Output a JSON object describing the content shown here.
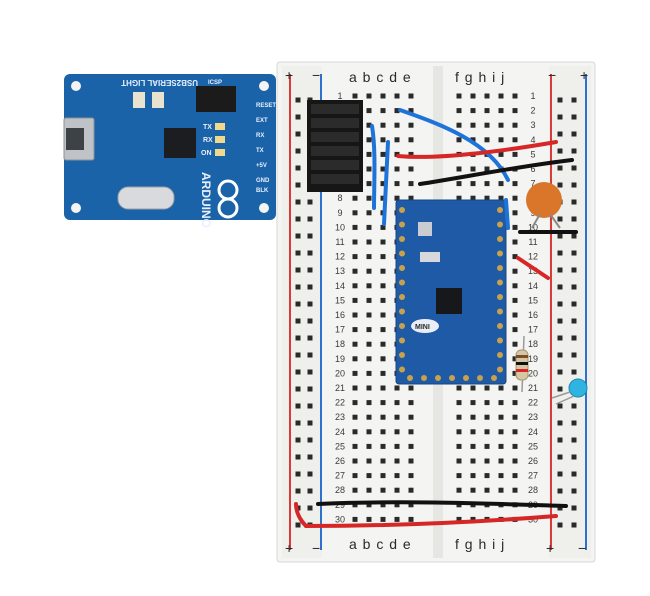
{
  "breadboard": {
    "columns_left": "a b c d e",
    "columns_right": "f g h i j",
    "rail_plus": "+",
    "rail_minus": "−",
    "row_numbers": [
      "1",
      "2",
      "3",
      "4",
      "5",
      "6",
      "7",
      "8",
      "9",
      "10",
      "11",
      "12",
      "13",
      "14",
      "15",
      "16",
      "17",
      "18",
      "19",
      "20",
      "21",
      "22",
      "23",
      "24",
      "25",
      "26",
      "27",
      "28",
      "29",
      "30"
    ],
    "colors": {
      "board": "#f4f4f2",
      "rail_red": "#d93a3a",
      "rail_blue": "#2f6fd0"
    }
  },
  "usb_adapter": {
    "brand": "ARDUINO",
    "model": "USB2SERIAL LIGHT",
    "pin_labels": [
      "RESET",
      "EXT",
      "RX",
      "TX",
      "+5V",
      "GND",
      "BLK"
    ],
    "led_labels": [
      "TX",
      "RX",
      "ON"
    ],
    "header_label": "ICSP",
    "colors": {
      "pcb": "#1a63a8"
    }
  },
  "mini_board": {
    "label": "MINI",
    "colors": {
      "pcb": "#1f5aa6"
    }
  },
  "components": {
    "capacitor_color": "#d9762a",
    "led_color": "#2fb3e0",
    "wire_colors": [
      "#1e73d8",
      "#d62626",
      "#111111"
    ]
  }
}
